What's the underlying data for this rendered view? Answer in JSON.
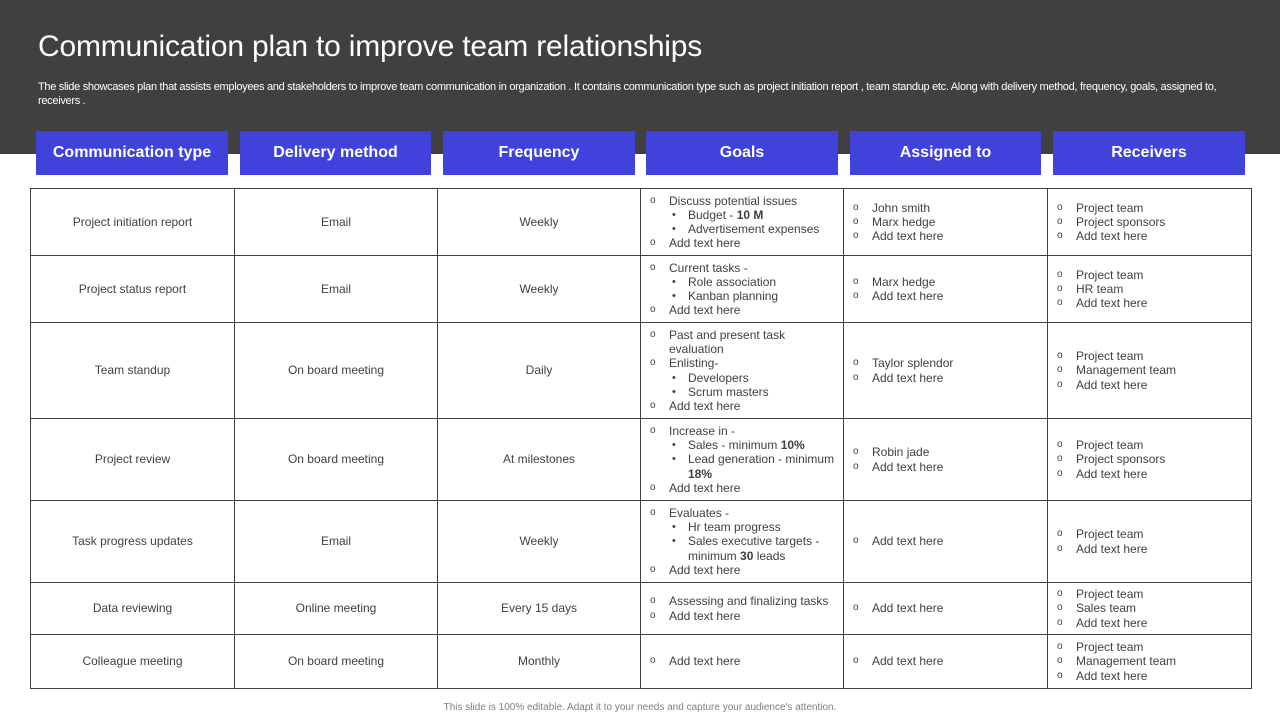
{
  "title": "Communication plan to improve team relationships",
  "subtitle": "The slide showcases plan that assists employees and stakeholders to improve team communication in organization . It contains communication type such as project initiation report , team standup etc. Along with delivery method, frequency, goals, assigned to, receivers .",
  "footer": "This slide is 100% editable.  Adapt it to your needs and capture your audience's attention.",
  "colors": {
    "header_band": "#404040",
    "column_header": "#4141dc",
    "text": "#404040"
  },
  "columns": [
    "Communication type",
    "Delivery method",
    "Frequency",
    "Goals",
    "Assigned to",
    "Receivers"
  ],
  "rows": [
    {
      "type": "Project initiation report",
      "delivery": "Email",
      "frequency": "Weekly",
      "goals": [
        {
          "text": "Discuss potential issues"
        },
        {
          "sub": true,
          "text": "Budget - ",
          "bold": "10 M"
        },
        {
          "sub": true,
          "text": "Advertisement expenses"
        },
        {
          "text": "Add text here"
        }
      ],
      "assigned": [
        "John smith",
        "Marx hedge",
        "Add text here"
      ],
      "receivers": [
        "Project team",
        "Project sponsors",
        "Add text here"
      ]
    },
    {
      "type": "Project status report",
      "delivery": "Email",
      "frequency": "Weekly",
      "goals": [
        {
          "text": "Current tasks -"
        },
        {
          "sub": true,
          "text": "Role association"
        },
        {
          "sub": true,
          "text": "Kanban planning"
        },
        {
          "text": "Add text here"
        }
      ],
      "assigned": [
        "Marx hedge",
        "Add text here"
      ],
      "receivers": [
        "Project team",
        "HR team",
        "Add text here"
      ]
    },
    {
      "type": "Team standup",
      "delivery": "On board meeting",
      "frequency": "Daily",
      "goals": [
        {
          "text": "Past and present task evaluation"
        },
        {
          "text": "Enlisting-"
        },
        {
          "sub": true,
          "text": "Developers"
        },
        {
          "sub": true,
          "text": "Scrum masters"
        },
        {
          "text": "Add text here"
        }
      ],
      "assigned": [
        "Taylor splendor",
        "Add text here"
      ],
      "receivers": [
        "Project team",
        "Management team",
        "Add text here"
      ]
    },
    {
      "type": "Project review",
      "delivery": "On board meeting",
      "frequency": "At milestones",
      "goals": [
        {
          "text": "Increase in -"
        },
        {
          "sub": true,
          "text": "Sales - minimum ",
          "bold": "10%"
        },
        {
          "sub": true,
          "text": "Lead generation - minimum ",
          "bold": "18%"
        },
        {
          "text": "Add text here"
        }
      ],
      "assigned": [
        "Robin jade",
        "Add text here"
      ],
      "receivers": [
        "Project team",
        "Project sponsors",
        "Add text here"
      ]
    },
    {
      "type": "Task progress updates",
      "delivery": "Email",
      "frequency": "Weekly",
      "goals": [
        {
          "text": "Evaluates -"
        },
        {
          "sub": true,
          "text": "Hr team progress"
        },
        {
          "sub": true,
          "text": "Sales executive targets - minimum ",
          "bold": "30",
          "after": " leads"
        },
        {
          "text": "Add text here"
        }
      ],
      "assigned": [
        "Add text here"
      ],
      "receivers": [
        "Project team",
        "Add text here"
      ]
    },
    {
      "type": "Data reviewing",
      "delivery": "Online meeting",
      "frequency": "Every 15 days",
      "goals": [
        {
          "text": "Assessing and finalizing tasks"
        },
        {
          "text": "Add text here"
        }
      ],
      "assigned": [
        "Add text here"
      ],
      "receivers": [
        "Project team",
        "Sales team",
        "Add text here"
      ]
    },
    {
      "type": "Colleague meeting",
      "delivery": "On board meeting",
      "frequency": "Monthly",
      "goals": [
        {
          "text": "Add text here"
        }
      ],
      "assigned": [
        "Add text here"
      ],
      "receivers": [
        "Project team",
        "Management team",
        "Add text here"
      ]
    }
  ]
}
